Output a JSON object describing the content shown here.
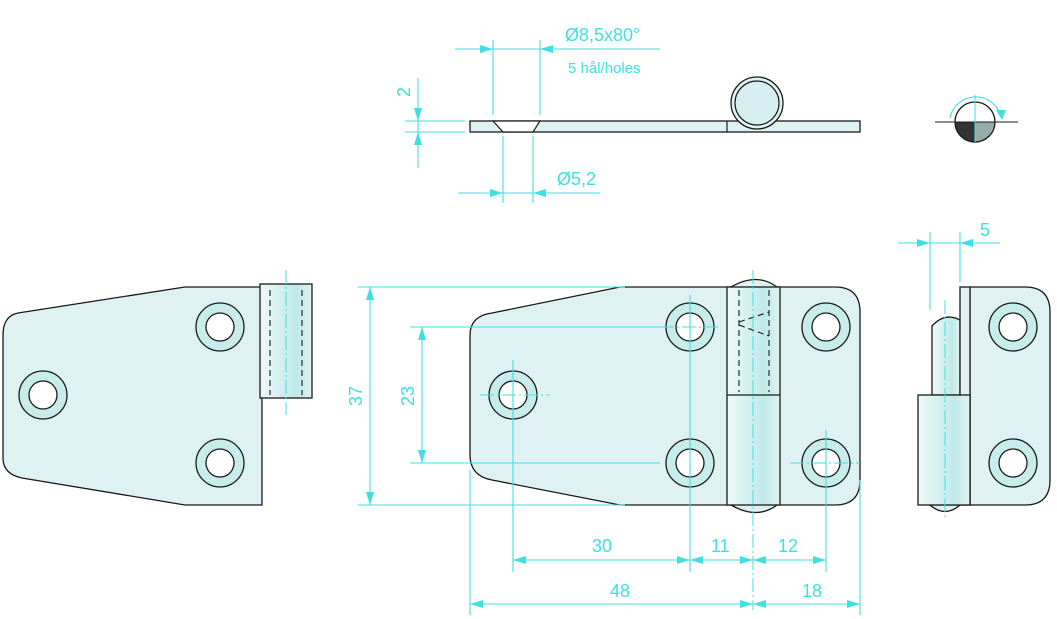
{
  "dimensions": {
    "countersink": "Ø8,5x80°",
    "holes": "5 hål/holes",
    "thickness": "2",
    "hole_dia": "Ø5,2",
    "offset": "5",
    "height": "37",
    "hole_spacing": "23",
    "d30": "30",
    "d11": "11",
    "d12": "12",
    "d48": "48",
    "d18": "18"
  },
  "colors": {
    "dimension": "#3fe0e0",
    "part": "#dff2f3",
    "outline": "#1a1a1a"
  }
}
